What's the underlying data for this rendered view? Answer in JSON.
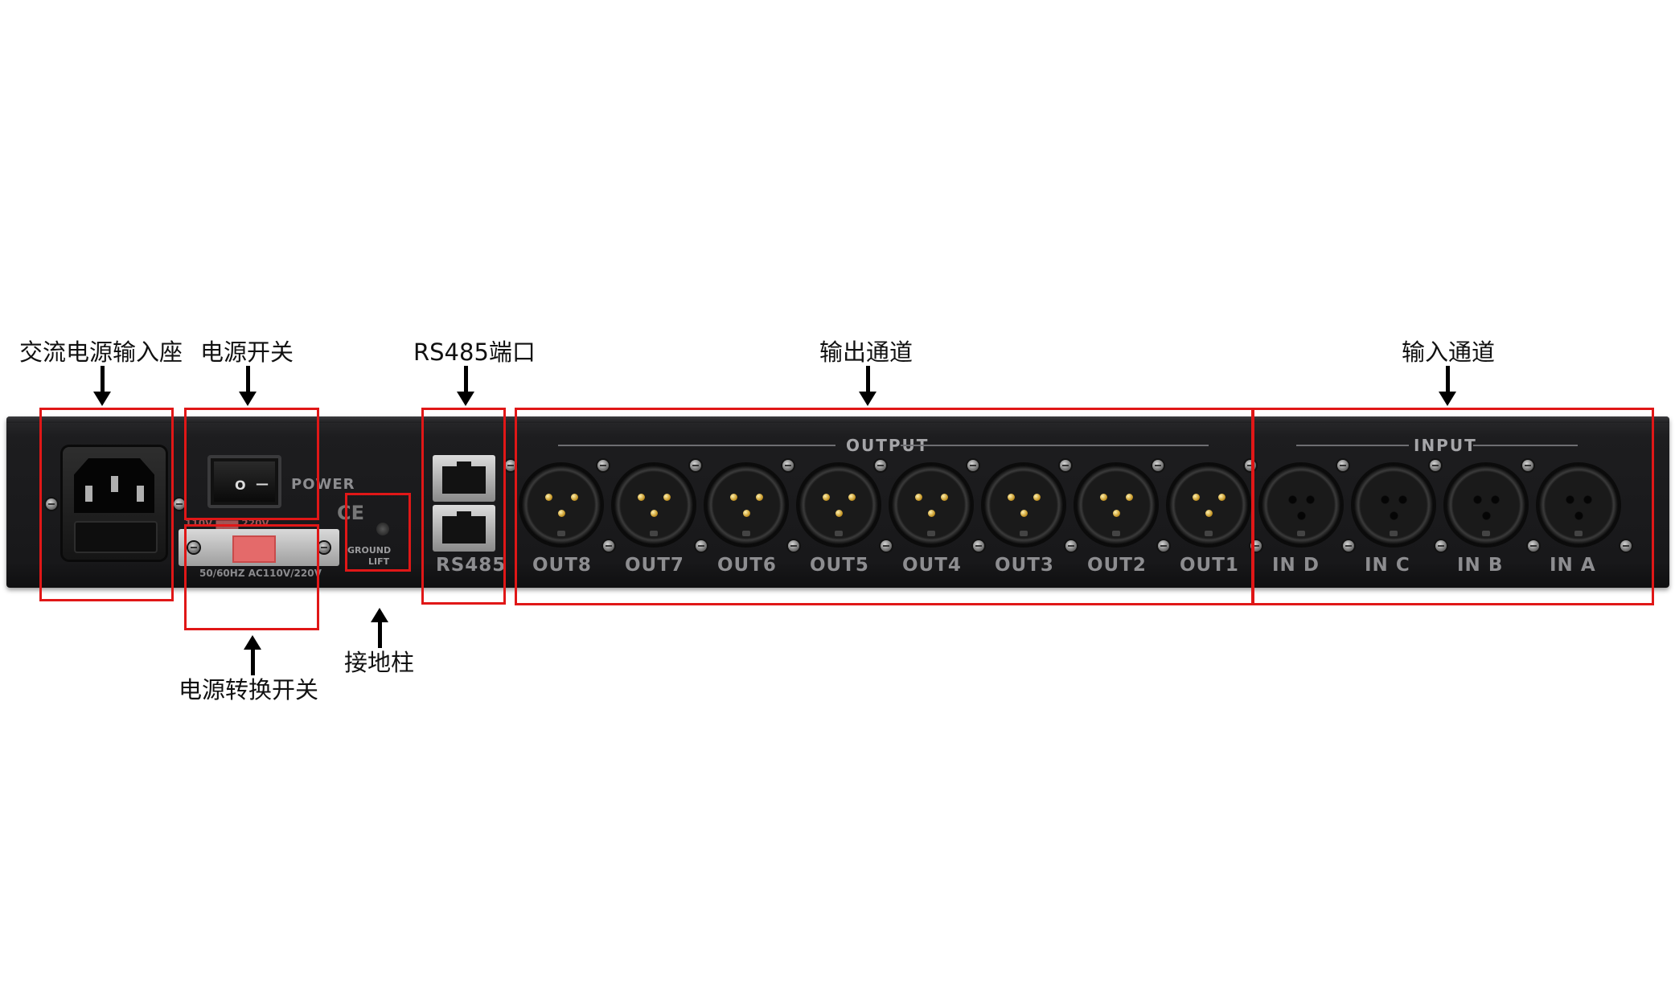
{
  "callouts": {
    "ac_inlet": "交流电源输入座",
    "power_switch": "电源开关",
    "rs485_port": "RS485端口",
    "output_channels": "输出通道",
    "input_channels": "输入通道",
    "voltage_switch": "电源转换开关",
    "ground_post": "接地柱"
  },
  "panel": {
    "power_label": "POWER",
    "voltage_top_label": "110V ▆▆▆ 220V",
    "voltage_bottom_label": "50/60HZ  AC110V/220V",
    "ce_mark": "CE",
    "ground_label_1": "GROUND",
    "ground_label_2": "LIFT",
    "rs485_label": "RS485",
    "output_title": "OUTPUT",
    "input_title": "INPUT",
    "outputs": [
      "OUT8",
      "OUT7",
      "OUT6",
      "OUT5",
      "OUT4",
      "OUT3",
      "OUT2",
      "OUT1"
    ],
    "inputs": [
      "IN D",
      "IN C",
      "IN B",
      "IN A"
    ]
  },
  "colors": {
    "highlight": "#e01717",
    "panel": "#1b1b1d",
    "pin_gold": "#c99a2a"
  }
}
